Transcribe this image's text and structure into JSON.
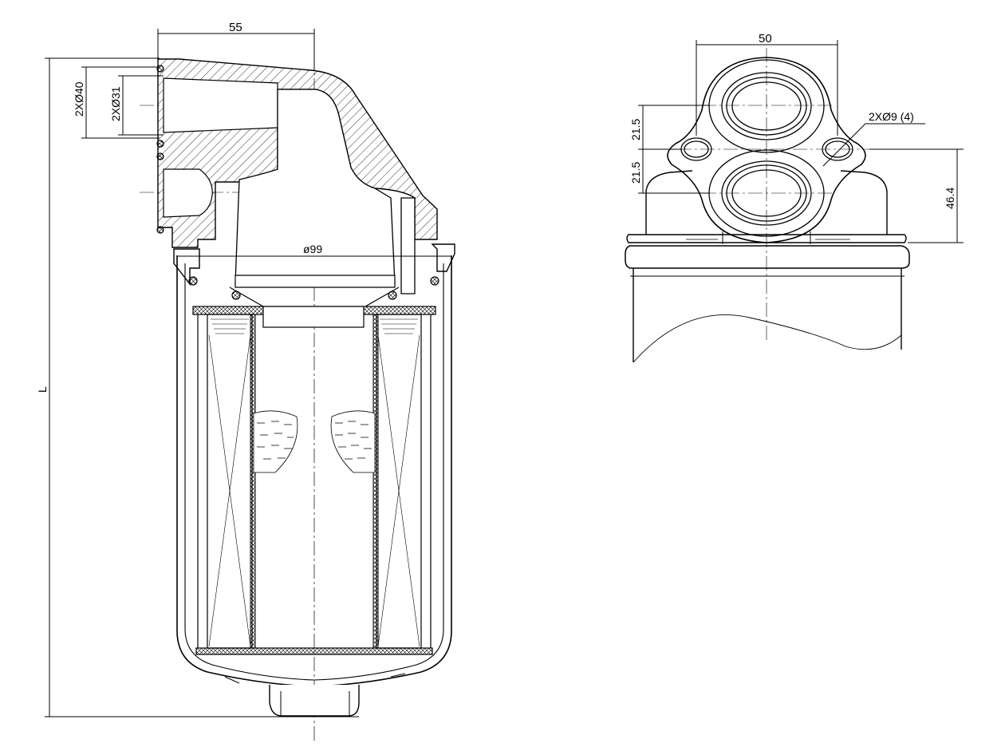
{
  "drawing": {
    "side_view": {
      "dim_width": "55",
      "dim_outer_port": "2XØ40",
      "dim_inner_port": "2XØ31",
      "dim_diameter": "ø99",
      "dim_length": "L"
    },
    "top_view": {
      "dim_width": "50",
      "dim_spacing_upper": "21.5",
      "dim_spacing_lower": "21.5",
      "dim_height": "46.4",
      "dim_holes": "2XØ9 (4)"
    },
    "colors": {
      "line": "#000000",
      "background": "#ffffff"
    }
  }
}
